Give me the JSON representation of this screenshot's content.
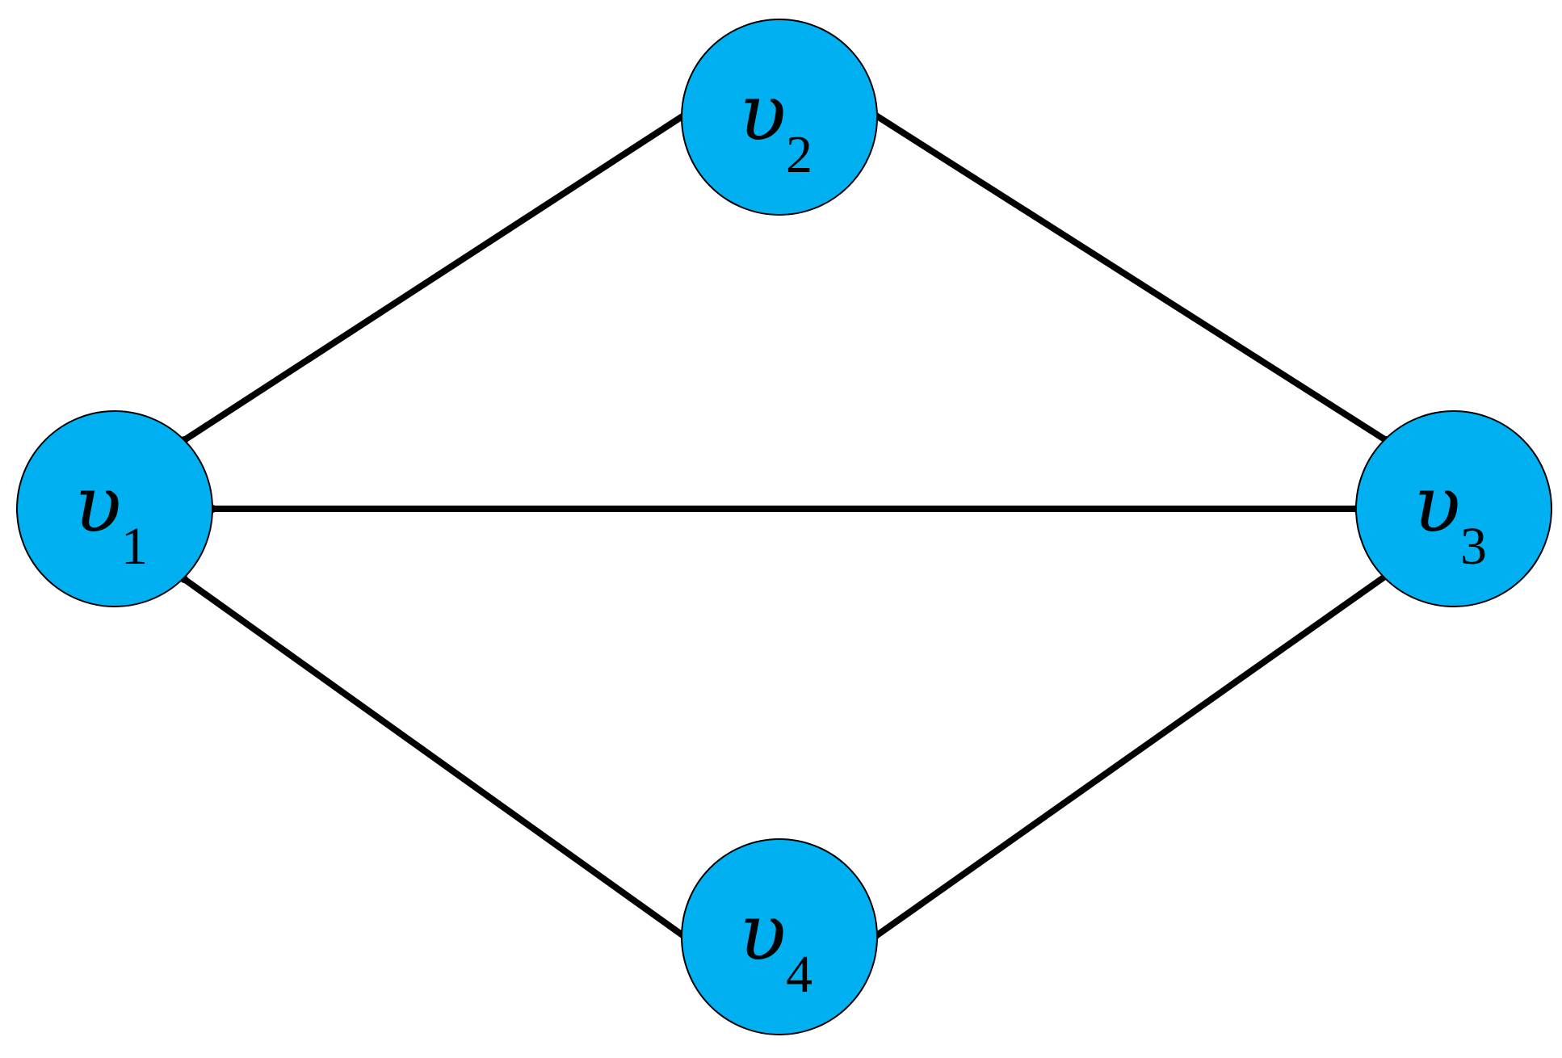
{
  "colors": {
    "node_fill": "#00B0F0",
    "edge": "#000000",
    "background": "#FFFFFF"
  },
  "nodes": [
    {
      "id": "v1",
      "symbol": "υ",
      "subscript": "1"
    },
    {
      "id": "v2",
      "symbol": "υ",
      "subscript": "2"
    },
    {
      "id": "v3",
      "symbol": "υ",
      "subscript": "3"
    },
    {
      "id": "v4",
      "symbol": "υ",
      "subscript": "4"
    }
  ],
  "edges": [
    {
      "from": "v1",
      "to": "v2"
    },
    {
      "from": "v2",
      "to": "v3"
    },
    {
      "from": "v1",
      "to": "v3"
    },
    {
      "from": "v1",
      "to": "v4"
    },
    {
      "from": "v4",
      "to": "v3"
    }
  ]
}
